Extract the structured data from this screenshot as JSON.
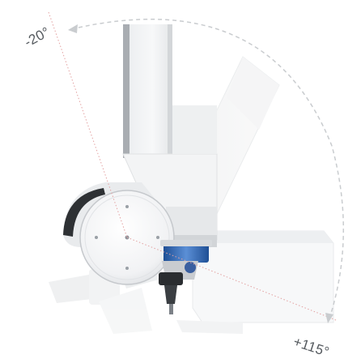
{
  "angles": {
    "min_label": "-20°",
    "max_label": "+115°"
  },
  "icons": {
    "arc": "swivel-range-arc",
    "arrow_start": "arc-arrow-head",
    "arrow_end": "arc-arrow-head",
    "head": "milling-head-illustration"
  },
  "colors": {
    "label": "#555a5f",
    "arc": "#c9cccf",
    "axis_line": "#e3a2a2",
    "housing": "#eef0f2",
    "spindle_blue": "#3f6fb5",
    "tool_dark": "#2a2d30"
  }
}
